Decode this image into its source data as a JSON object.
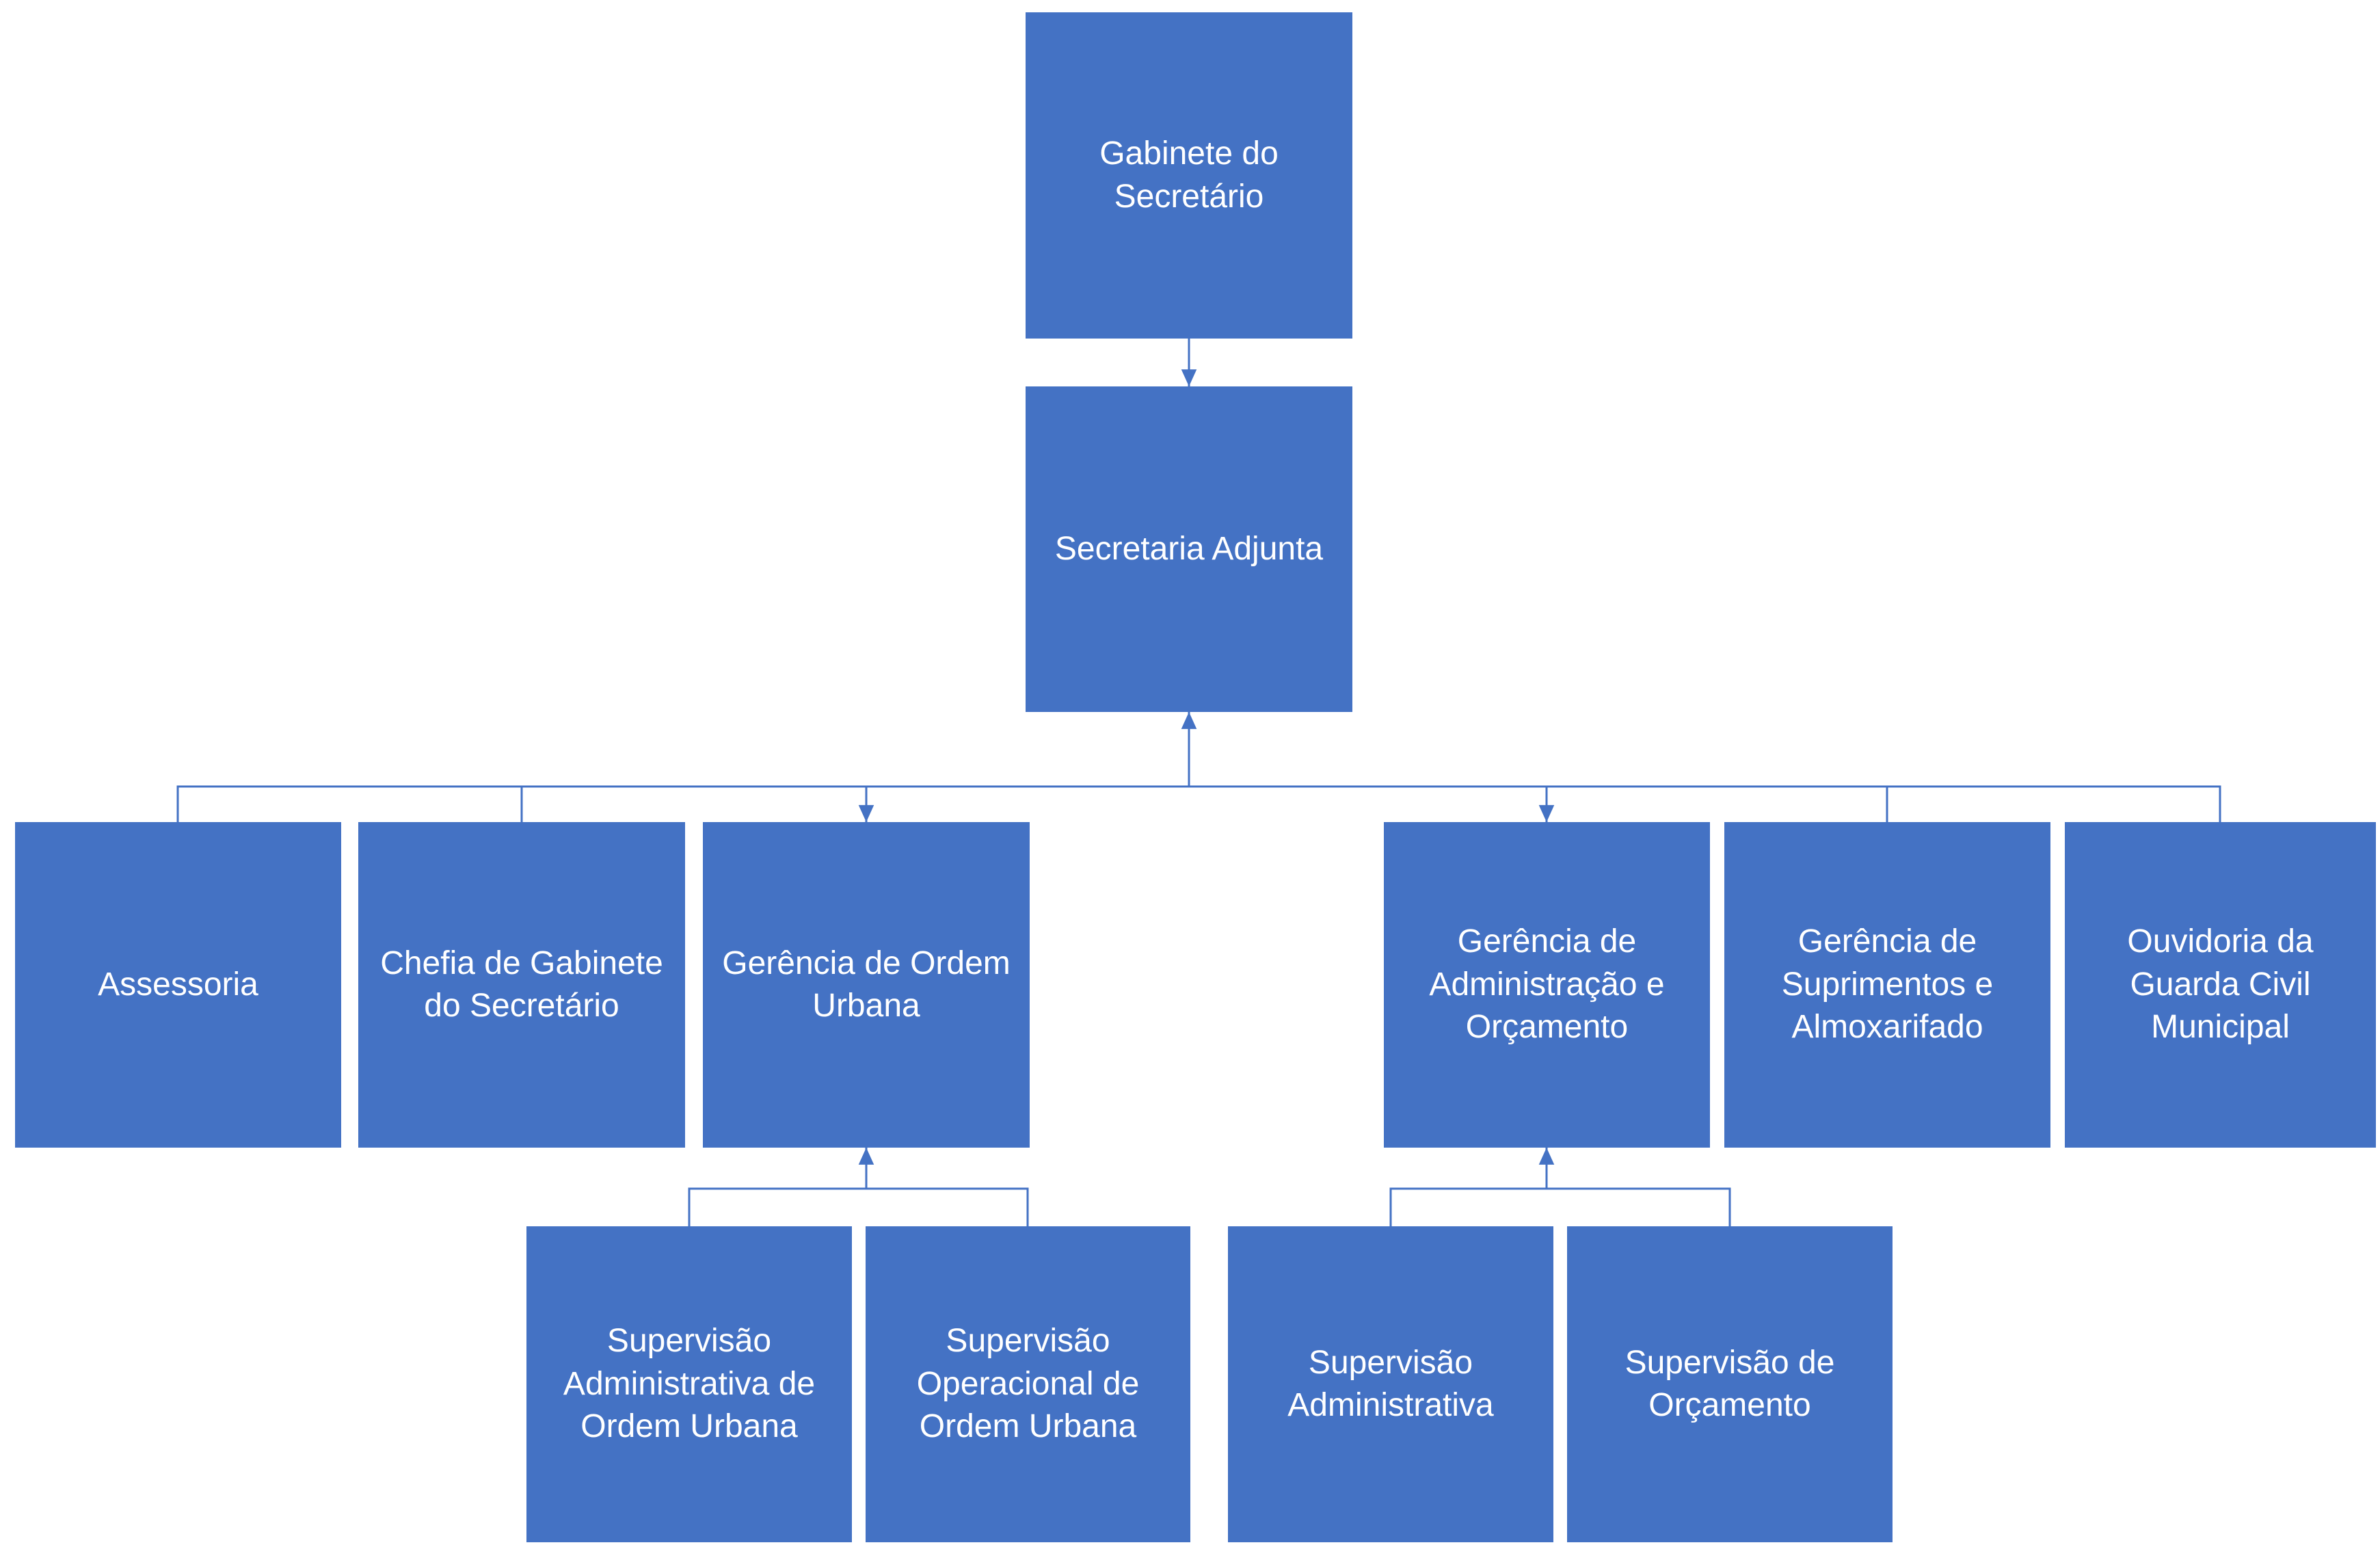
{
  "diagram": {
    "type": "org-chart",
    "colors": {
      "box_fill": "#4472C4",
      "box_text": "#FFFFFF",
      "connector": "#4472C4",
      "background": "#FFFFFF"
    },
    "nodes": {
      "gabinete": {
        "label": "Gabinete do Secretário",
        "parent": null
      },
      "secretaria_adjunta": {
        "label": "Secretaria Adjunta",
        "parent": "gabinete"
      },
      "assessoria": {
        "label": "Assessoria",
        "parent": "secretaria_adjunta"
      },
      "chefia_gabinete": {
        "label": "Chefia de Gabinete do Secretário",
        "parent": "secretaria_adjunta"
      },
      "gerencia_ordem_urbana": {
        "label": "Gerência de Ordem Urbana",
        "parent": "secretaria_adjunta"
      },
      "gerencia_administracao_orcamento": {
        "label": "Gerência de Administração e Orçamento",
        "parent": "secretaria_adjunta"
      },
      "gerencia_suprimentos_almoxarifado": {
        "label": "Gerência de Suprimentos e Almoxarifado",
        "parent": "secretaria_adjunta"
      },
      "ouvidoria_guarda_civil": {
        "label": "Ouvidoria da Guarda Civil Municipal",
        "parent": "secretaria_adjunta"
      },
      "supervisao_administrativa_ordem_urbana": {
        "label": "Supervisão Administrativa de Ordem Urbana",
        "parent": "gerencia_ordem_urbana"
      },
      "supervisao_operacional_ordem_urbana": {
        "label": "Supervisão Operacional de Ordem Urbana",
        "parent": "gerencia_ordem_urbana"
      },
      "supervisao_administrativa": {
        "label": "Supervisão Administrativa",
        "parent": "gerencia_administracao_orcamento"
      },
      "supervisao_orcamento": {
        "label": "Supervisão de Orçamento",
        "parent": "gerencia_administracao_orcamento"
      }
    }
  }
}
